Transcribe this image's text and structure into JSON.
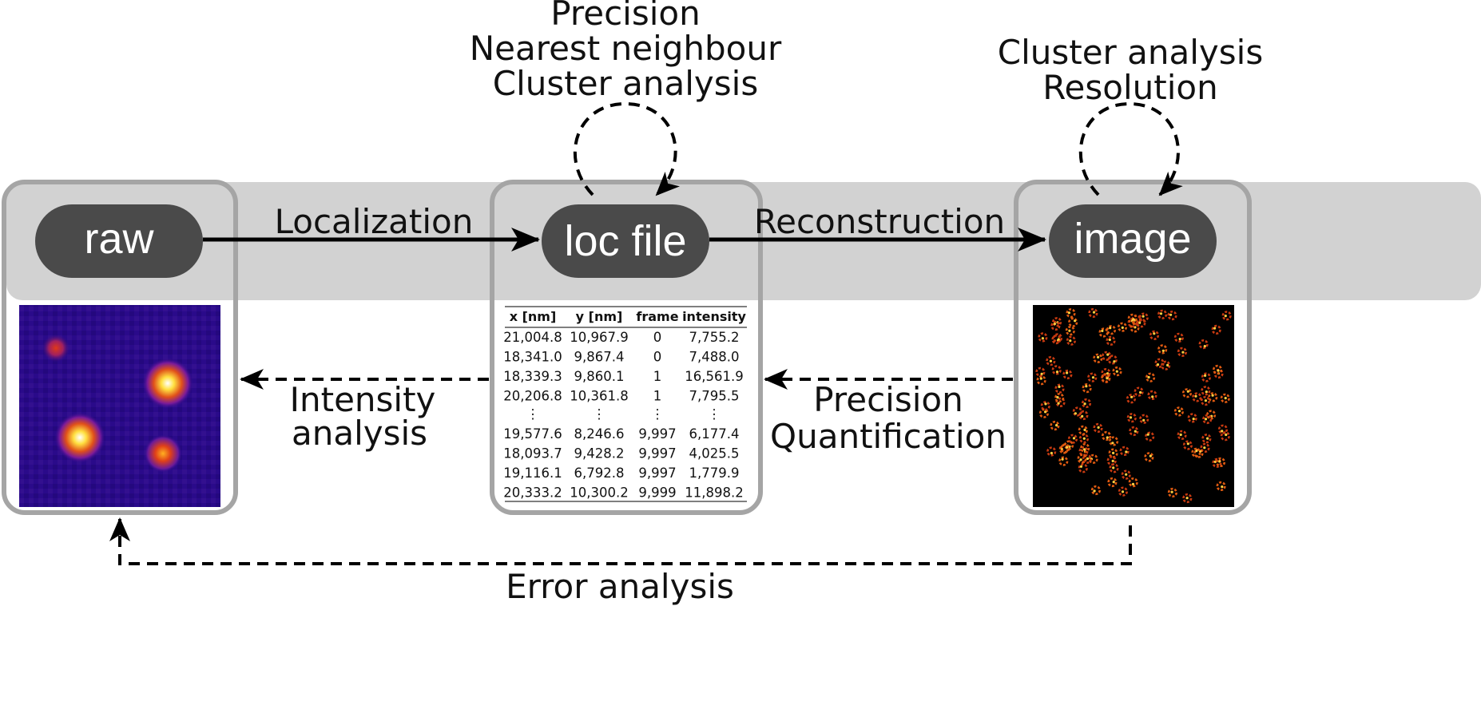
{
  "nodes": {
    "raw": "raw",
    "loc": "loc file",
    "image": "image"
  },
  "edges": {
    "localization": "Localization",
    "reconstruction": "Reconstruction",
    "intensity_line1": "Intensity",
    "intensity_line2": "analysis",
    "precision": "Precision",
    "quantification": "Quantification",
    "error": "Error analysis"
  },
  "loc_loop": [
    "Precision",
    "Nearest neighbour",
    "Cluster analysis"
  ],
  "image_loop": [
    "Cluster analysis",
    "Resolution"
  ],
  "table": {
    "headers": [
      "x [nm]",
      "y [nm]",
      "frame",
      "intensity"
    ],
    "top_rows": [
      [
        "21,004.8",
        "10,967.9",
        "0",
        "7,755.2"
      ],
      [
        "18,341.0",
        "9,867.4",
        "0",
        "7,488.0"
      ],
      [
        "18,339.3",
        "9,860.1",
        "1",
        "16,561.9"
      ],
      [
        "20,206.8",
        "10,361.8",
        "1",
        "7,795.5"
      ]
    ],
    "ellipsis": "⋮",
    "bottom_rows": [
      [
        "19,577.6",
        "8,246.6",
        "9,997",
        "6,177.4"
      ],
      [
        "18,093.7",
        "9,428.2",
        "9,997",
        "4,025.5"
      ],
      [
        "19,116.1",
        "6,792.8",
        "9,997",
        "1,779.9"
      ],
      [
        "20,333.2",
        "10,300.2",
        "9,999",
        "11,898.2"
      ]
    ]
  },
  "colors": {
    "band": "#d2d2d2",
    "node": "#4a4a4a",
    "panel_border": "#a5a5a5",
    "raw_background": "#2a0a8a",
    "image_background": "#000000"
  }
}
